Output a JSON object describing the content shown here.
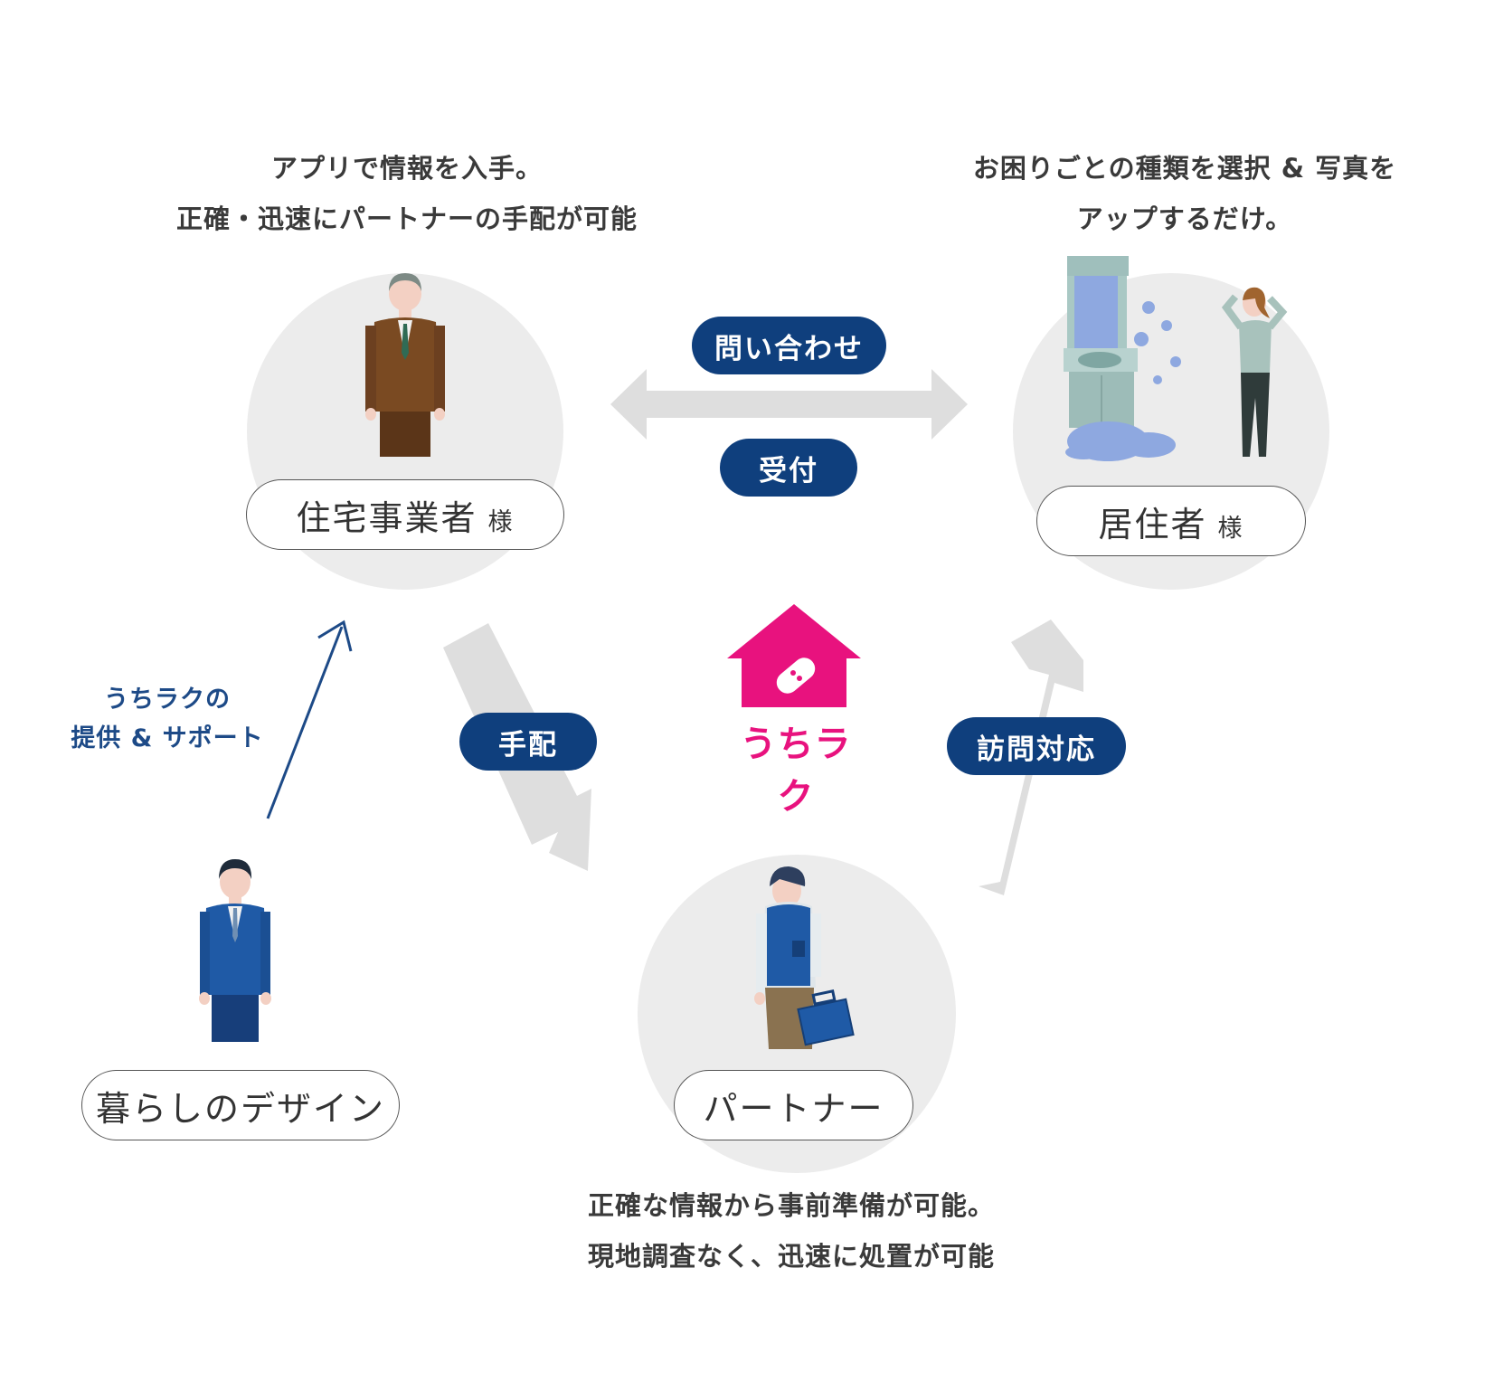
{
  "captions": {
    "business_line1": "アプリで情報を入手。",
    "business_line2": "正確・迅速にパートナーの手配が可能",
    "resident_line1": "お困りごとの種類を選択 & 写真を",
    "resident_line2": "アップするだけ。",
    "partner_line1": "正確な情報から事前準備が可能。",
    "partner_line2": "現地調査なく、迅速に処置が可能"
  },
  "nodes": {
    "business": {
      "label": "住宅事業者",
      "suffix": "様"
    },
    "resident": {
      "label": "居住者",
      "suffix": "様"
    },
    "partner": {
      "label": "パートナー"
    },
    "provider": {
      "label": "暮らしのデザイン"
    }
  },
  "flows": {
    "inquiry": "問い合わせ",
    "reception": "受付",
    "arrange": "手配",
    "visit": "訪問対応"
  },
  "support": {
    "line1": "うちラクの",
    "line2": "提供 & サポート"
  },
  "logo": {
    "text": "うちラク"
  },
  "colors": {
    "pill_bg": "#0f3f7d",
    "logo_pink": "#e8127e",
    "arrow_gray": "#dedede",
    "circle_gray": "#ececec",
    "support_blue": "#1d4a87"
  }
}
